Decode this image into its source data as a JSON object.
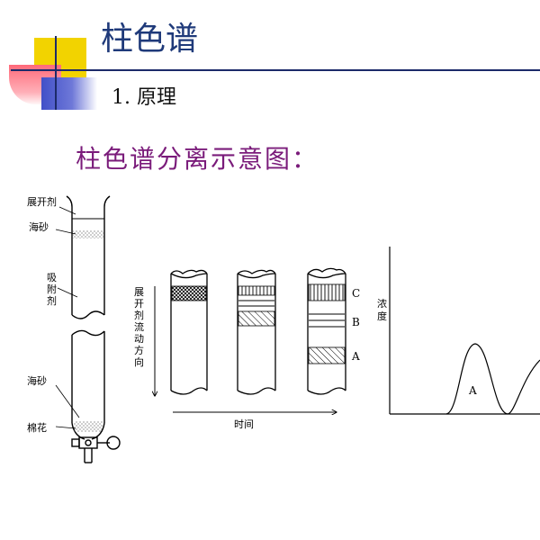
{
  "slide": {
    "title": "柱色谱",
    "subtitle": "1. 原理",
    "section_heading": "柱色谱分离示意图："
  },
  "column_labels": {
    "developer": "展开剂",
    "sand_top": "海砂",
    "adsorbent": [
      "吸",
      "附",
      "剂"
    ],
    "sand_bottom": "海砂",
    "cotton": "棉花"
  },
  "flow_axis_label": [
    "展",
    "开",
    "剂",
    "流",
    "动",
    "方",
    "向"
  ],
  "time_axis_label": "时间",
  "band_labels": [
    "C",
    "B",
    "A"
  ],
  "concentration_label": [
    "浓",
    "度"
  ],
  "peak_label": "A",
  "colors": {
    "title": "#1f3a7a",
    "section": "#7a1b7a",
    "accent_yellow": "#f2d300",
    "accent_red": "#ff6a7a",
    "accent_blue": "#4150c8"
  }
}
